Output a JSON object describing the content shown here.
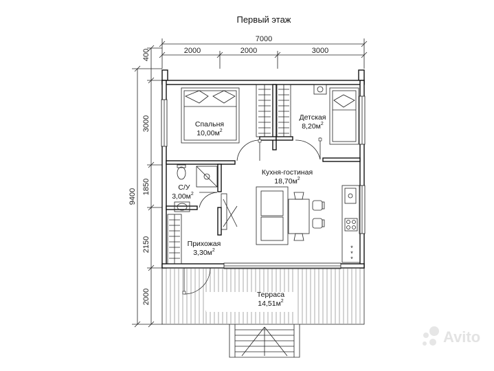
{
  "title": "Первый этаж",
  "dimensions": {
    "top_total": "7000",
    "top_segments": [
      "2000",
      "2000",
      "3000"
    ],
    "left_total": "9400",
    "left_segments": [
      "400",
      "3000",
      "1850",
      "2150",
      "2000"
    ]
  },
  "rooms": {
    "bedroom": {
      "name": "Спальня",
      "area": "10,00м",
      "exp": "2"
    },
    "kids": {
      "name": "Детская",
      "area": "8,20м",
      "exp": "2"
    },
    "kitchen": {
      "name": "Кухня-гостиная",
      "area": "18,70м",
      "exp": "2"
    },
    "bath": {
      "name": "С/У",
      "area": "3,00м",
      "exp": "2"
    },
    "hall": {
      "name": "Прихожая",
      "area": "3,30м",
      "exp": "2"
    },
    "terrace": {
      "name": "Терраса",
      "area": "14,51м",
      "exp": "2"
    }
  },
  "watermark": "Avito"
}
